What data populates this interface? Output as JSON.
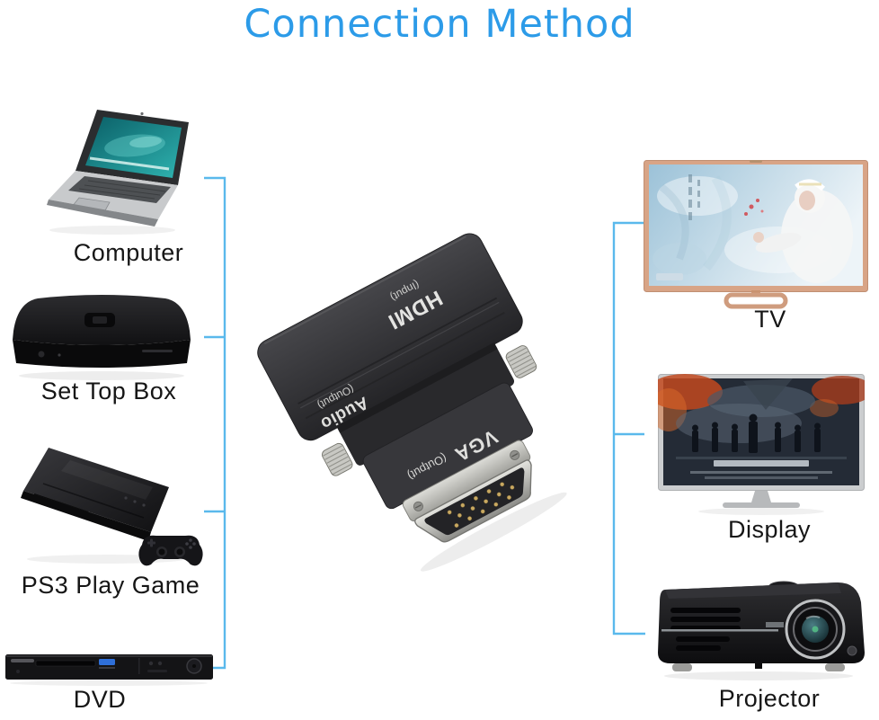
{
  "title": "Connection Method",
  "adapter_labels": {
    "hdmi": "HDMI",
    "hdmi_mode": "(Input)",
    "audio": "Audio",
    "audio_mode": "(Output)",
    "vga": "VGA",
    "vga_mode": "(Output)"
  },
  "sources": [
    {
      "label": "Computer"
    },
    {
      "label": "Set Top Box"
    },
    {
      "label": "PS3 Play Game"
    },
    {
      "label": "DVD"
    }
  ],
  "outputs": [
    {
      "label": "TV"
    },
    {
      "label": "Display"
    },
    {
      "label": "Projector"
    }
  ],
  "colors": {
    "title_blue": "#2C9BE8",
    "connector_line_blue": "#5AB9EC",
    "label_black": "#161616"
  }
}
